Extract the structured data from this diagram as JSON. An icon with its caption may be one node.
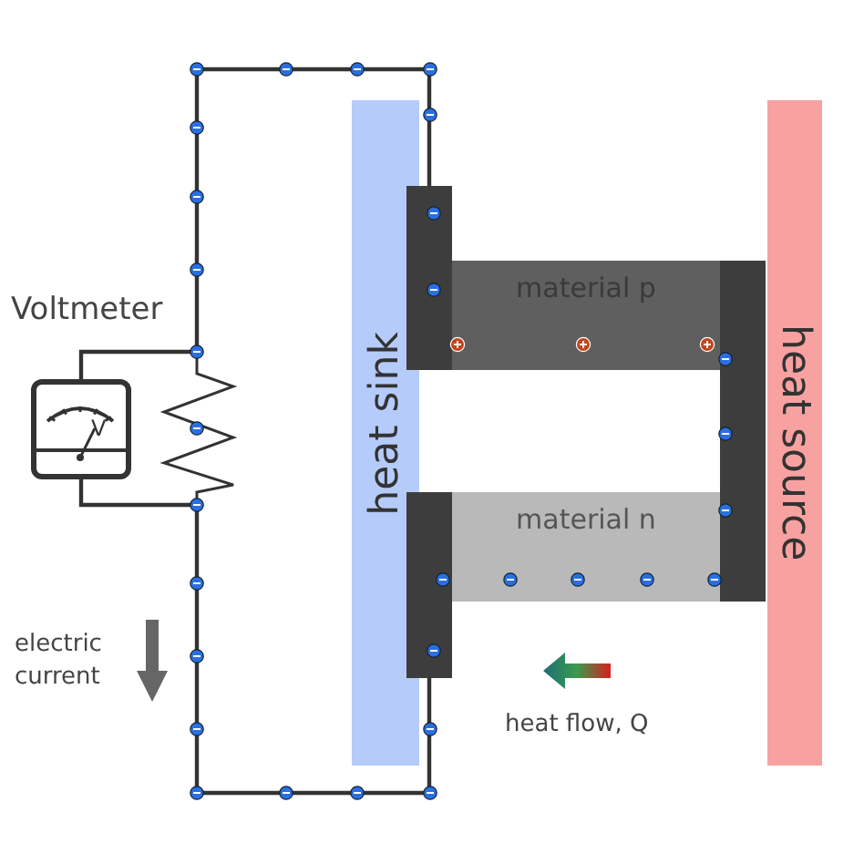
{
  "diagram": {
    "nodes": [
      {
        "text": [
          "heat sink"
        ]
      },
      {
        "text": [
          "heat source"
        ]
      },
      {
        "text": [],
        "shape": "bar"
      },
      {
        "text": [
          "material p"
        ]
      },
      {
        "text": [],
        "shape": "bar"
      },
      {
        "text": [
          "material n"
        ]
      },
      {
        "text": [],
        "shape": "bar"
      },
      {
        "text": [
          "V"
        ],
        "beside": [
          "Voltmeter"
        ]
      }
    ],
    "edges": [
      {
        "from": 7,
        "to": 2,
        "arrow": "none"
      },
      {
        "from": 7,
        "to": 6,
        "arrow": "none"
      }
    ],
    "labels": [
      "electric current",
      "heat flow, Q"
    ]
  }
}
